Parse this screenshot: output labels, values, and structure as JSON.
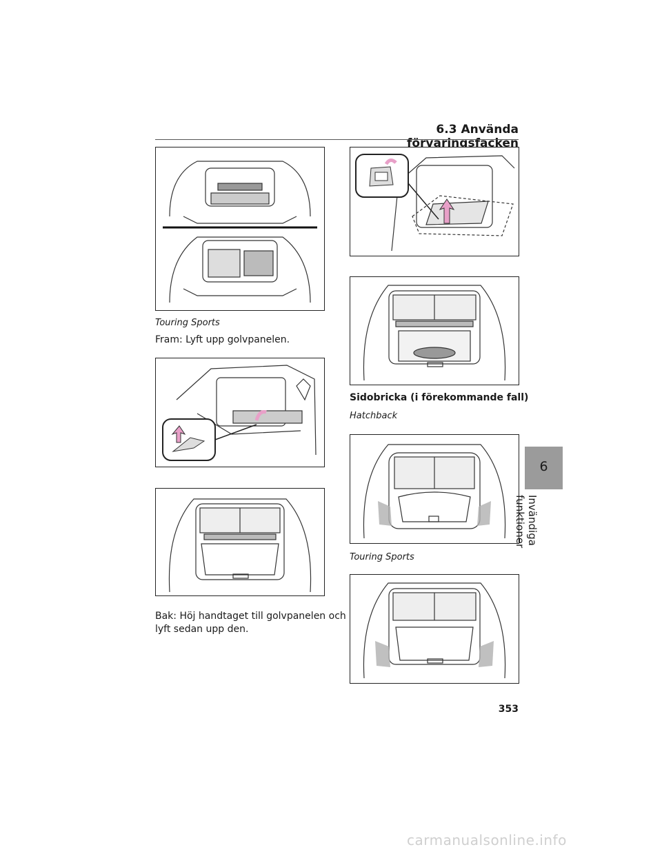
{
  "header": {
    "section_title": "6.3 Använda förvaringsfacken"
  },
  "left_column": {
    "caption_touring_sports": "Touring Sports",
    "text_front": "Fram: Lyft upp golvpanelen.",
    "text_rear_line1": "Bak: Höj handtaget till golvpanelen och",
    "text_rear_line2": "lyft sedan upp den."
  },
  "right_column": {
    "heading_side_tray": "Sidobricka (i förekommande fall)",
    "caption_hatchback": "Hatchback",
    "caption_touring_sports": "Touring Sports"
  },
  "side_tab": {
    "number": "6",
    "label": "Invändiga funktioner"
  },
  "footer": {
    "page_number": "353",
    "watermark": "carmanualsonline.info"
  },
  "colors": {
    "arrow_pink": "#e8a0c8",
    "tab_gray": "#9b9b9b",
    "highlight_gray": "#b0b0b0"
  }
}
